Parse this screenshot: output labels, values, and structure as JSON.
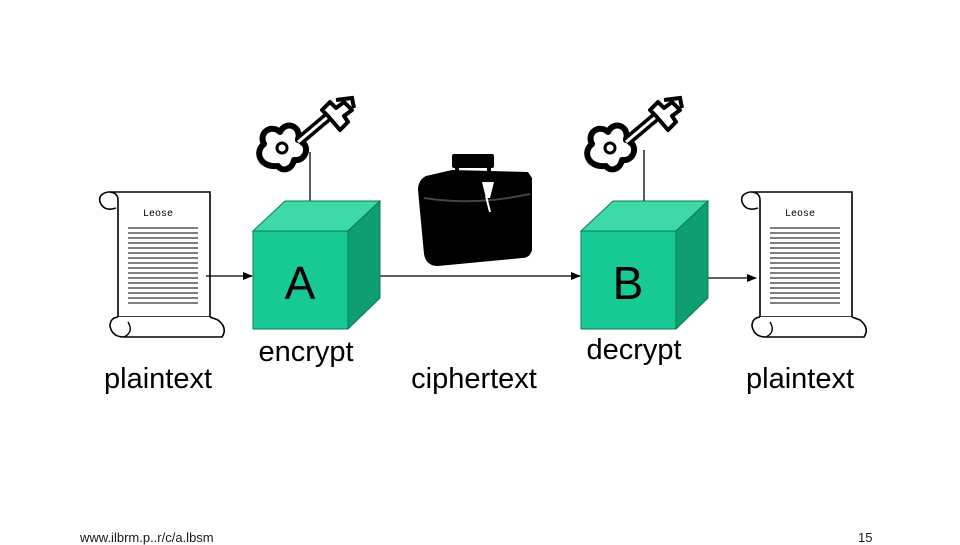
{
  "diagram": {
    "left_plaintext": {
      "label": "plaintext",
      "doc_heading": "Leose"
    },
    "encrypt_box": {
      "letter": "A",
      "label": "encrypt"
    },
    "ciphertext": {
      "label": "ciphertext"
    },
    "decrypt_box": {
      "letter": "B",
      "label": "decrypt"
    },
    "right_plaintext": {
      "label": "plaintext",
      "doc_heading": "Leose"
    },
    "colors": {
      "cube_front": "#17c994",
      "cube_top": "#3dd9a8",
      "cube_side": "#0e9e72",
      "ink": "#000000"
    },
    "icons": [
      "scroll-document-icon",
      "key-icon",
      "briefcase-icon"
    ]
  },
  "footer": {
    "left_text": "www.ilbrm.p..r/c/a.lbsm",
    "page_number": "15"
  }
}
